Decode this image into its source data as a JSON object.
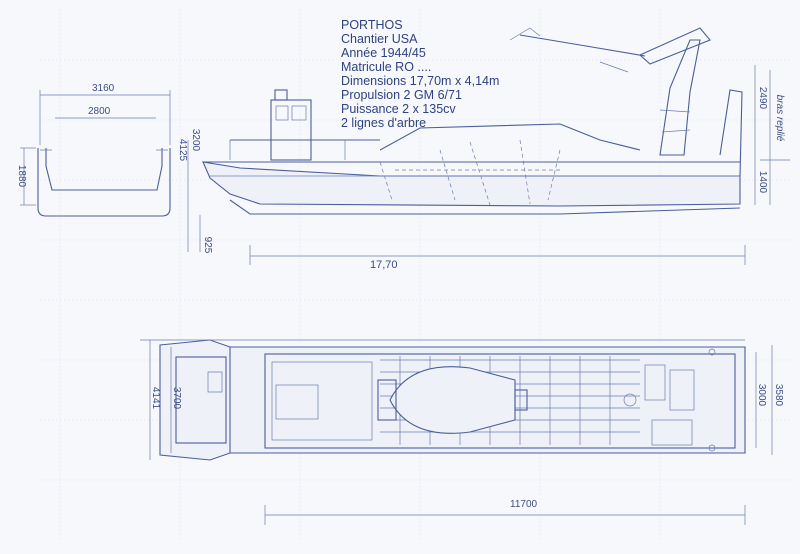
{
  "info": {
    "name": "PORTHOS",
    "shipyard": "Chantier USA",
    "year": "Année 1944/45",
    "registration": "Matricule RO ....",
    "dimensions": "Dimensions 17,70m x 4,14m",
    "propulsion": "Propulsion 2 GM 6/71",
    "power": "Puissance 2 x 135cv",
    "shafts": "2 lignes d'arbre"
  },
  "dimensions": {
    "section_width_top": "3160",
    "section_width_inner": "2800",
    "section_height": "1880",
    "side_height_cabin": "3200",
    "side_height_total": "4125",
    "side_draft": "925",
    "side_length": "17,70",
    "crane_height": "2490",
    "stern_height": "1400",
    "crane_note": "bras replié",
    "plan_width_total": "4141",
    "plan_width_deck": "3700",
    "plan_width_stern_inner": "3000",
    "plan_width_stern_outer": "3580",
    "plan_length": "11700"
  },
  "colors": {
    "ink": "#4a5f9a",
    "paper": "#f7f8fb"
  }
}
